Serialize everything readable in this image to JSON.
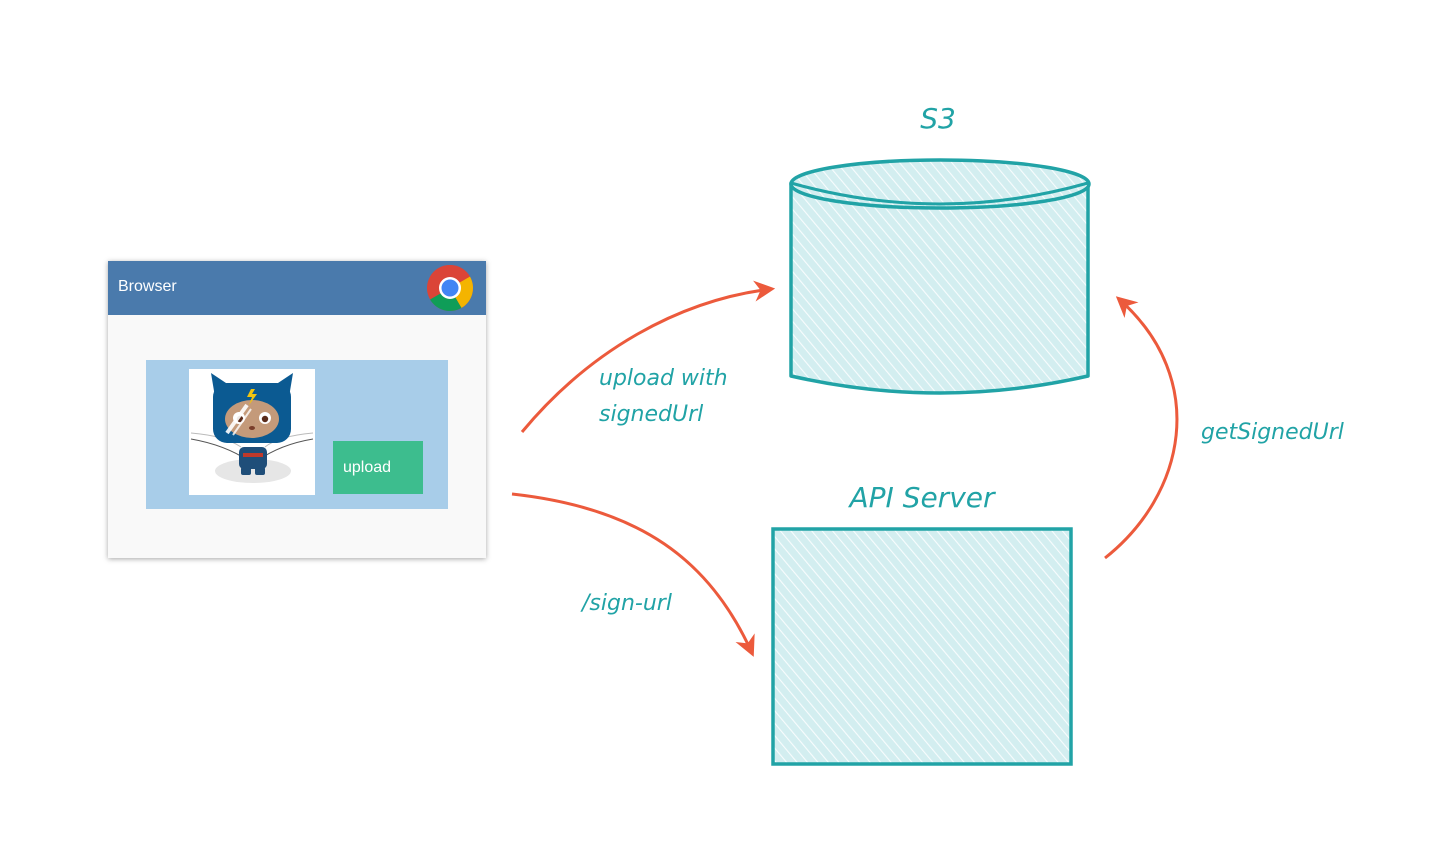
{
  "browser": {
    "title": "Browser",
    "icon": "chrome-icon",
    "upload_label": "upload",
    "image": "octocat-icon"
  },
  "nodes": {
    "s3": {
      "label": "S3"
    },
    "api": {
      "label": "API Server"
    }
  },
  "edges": [
    {
      "from": "browser",
      "to": "api",
      "label": "/sign-url"
    },
    {
      "from": "api",
      "to": "s3",
      "label": "getSignedUrl"
    },
    {
      "from": "browser",
      "to": "s3",
      "label_lines": [
        "upload with",
        "signedUrl"
      ]
    }
  ],
  "colors": {
    "node_stroke": "#21a3a6",
    "node_fill": "#d3eef0",
    "arrow": "#ec5a3c",
    "titlebar": "#4a7aac",
    "panel": "#a8cde9",
    "button": "#3dbd8e"
  }
}
